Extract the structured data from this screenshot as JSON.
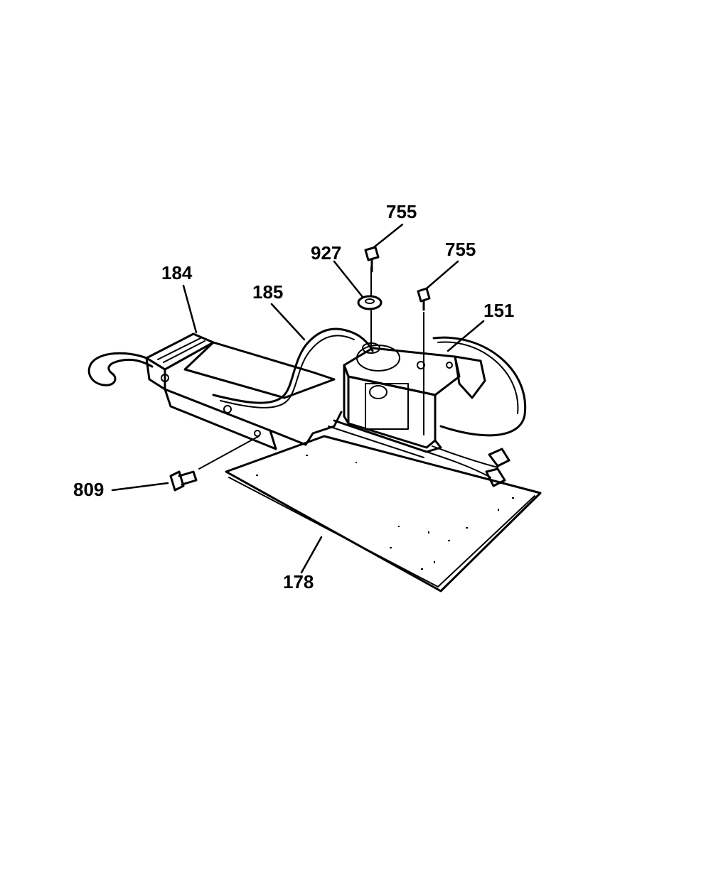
{
  "diagram": {
    "callouts": [
      {
        "id": "755-top",
        "label": "755"
      },
      {
        "id": "927",
        "label": "927"
      },
      {
        "id": "755-right",
        "label": "755"
      },
      {
        "id": "184",
        "label": "184"
      },
      {
        "id": "185",
        "label": "185"
      },
      {
        "id": "151",
        "label": "151"
      },
      {
        "id": "809",
        "label": "809"
      },
      {
        "id": "178",
        "label": "178"
      }
    ]
  }
}
